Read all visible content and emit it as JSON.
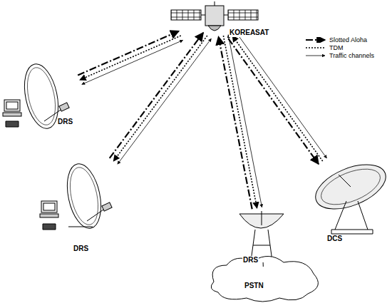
{
  "diagram": {
    "nodes": [
      {
        "text": [
          "KOREASAT"
        ]
      },
      {
        "text": [
          "DRS"
        ]
      },
      {
        "text": [
          "DRS"
        ]
      },
      {
        "text": [
          "DRS"
        ]
      },
      {
        "text": [
          "PSTN"
        ]
      },
      {
        "text": [
          "DCS"
        ]
      }
    ],
    "edges": [
      {
        "from": 1,
        "to": 0,
        "arrow": "to"
      },
      {
        "from": 0,
        "to": 1,
        "arrow": "to"
      },
      {
        "from": 1,
        "to": 0,
        "arrow": "both"
      },
      {
        "from": 2,
        "to": 0,
        "arrow": "to"
      },
      {
        "from": 0,
        "to": 2,
        "arrow": "to"
      },
      {
        "from": 2,
        "to": 0,
        "arrow": "both"
      },
      {
        "from": 3,
        "to": 0,
        "arrow": "to"
      },
      {
        "from": 0,
        "to": 3,
        "arrow": "to"
      },
      {
        "from": 3,
        "to": 0,
        "arrow": "both"
      },
      {
        "from": 0,
        "to": 5,
        "arrow": "to"
      },
      {
        "from": 5,
        "to": 0,
        "arrow": "to"
      },
      {
        "from": 5,
        "to": 0,
        "arrow": "both"
      },
      {
        "from": 3,
        "to": 4,
        "arrow": "none"
      }
    ],
    "legend": [
      {
        "text": "Slotted Aloha"
      },
      {
        "text": "TDM"
      },
      {
        "text": "Traffic channels"
      }
    ]
  }
}
